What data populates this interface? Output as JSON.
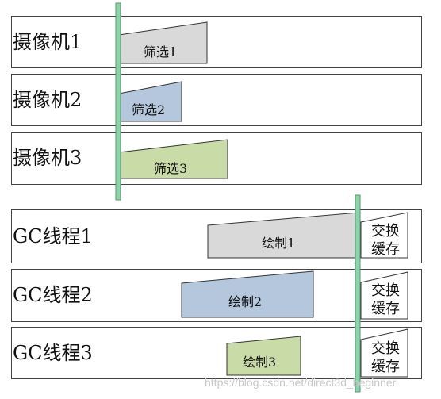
{
  "camera_lanes": [
    {
      "label": "摄像机1",
      "filter_label": "筛选1"
    },
    {
      "label": "摄像机2",
      "filter_label": "筛选2"
    },
    {
      "label": "摄像机3",
      "filter_label": "筛选3"
    }
  ],
  "gc_lanes": [
    {
      "label": "GC线程1",
      "draw_label": "绘制1",
      "swap_line1": "交换",
      "swap_line2": "缓存"
    },
    {
      "label": "GC线程2",
      "draw_label": "绘制2",
      "swap_line1": "交换",
      "swap_line2": "缓存"
    },
    {
      "label": "GC线程3",
      "draw_label": "绘制3",
      "swap_line1": "交换",
      "swap_line2": "缓存"
    }
  ],
  "colors": {
    "gray_fill": "#d9d9d9",
    "blue_fill": "#b4c7dc",
    "green_fill": "#c9dba7",
    "sync_line": "#8fd1a9",
    "sync_line_border": "#4f9b6d"
  },
  "watermark": "https://blog.csdn.net/direct3d_beginner"
}
